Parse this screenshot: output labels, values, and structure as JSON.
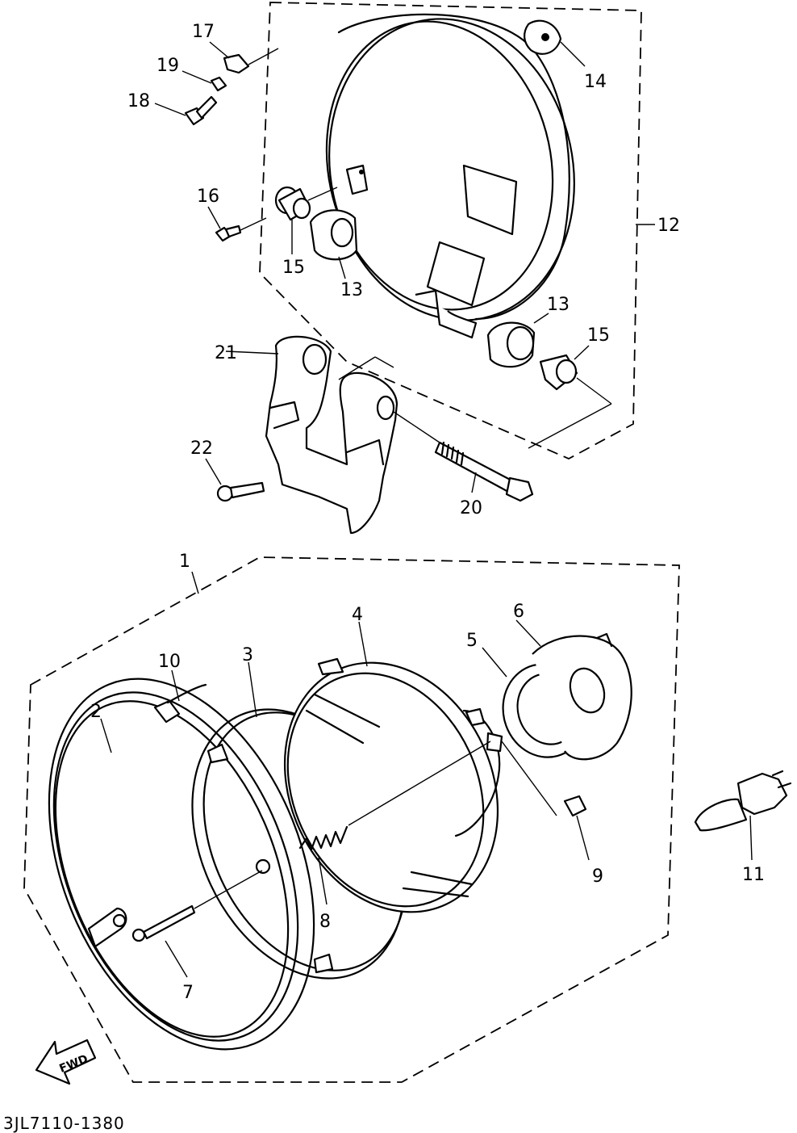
{
  "diagram": {
    "drawing_code": "3JL7110-1380",
    "direction_arrow_label": "FWD",
    "callouts": {
      "c1": "1",
      "c2": "2",
      "c3": "3",
      "c4": "4",
      "c5": "5",
      "c6": "6",
      "c7": "7",
      "c8": "8",
      "c9": "9",
      "c10": "10",
      "c11": "11",
      "c12": "12",
      "c13a": "13",
      "c13b": "13",
      "c14": "14",
      "c15a": "15",
      "c15b": "15",
      "c16": "16",
      "c17": "17",
      "c18": "18",
      "c19": "19",
      "c20": "20",
      "c21": "21",
      "c22": "22"
    },
    "icons": [
      "headlight-shell-icon",
      "headlight-rim-icon",
      "bulb-icon",
      "bracket-icon",
      "bolt-icon",
      "fwd-arrow-icon"
    ]
  }
}
